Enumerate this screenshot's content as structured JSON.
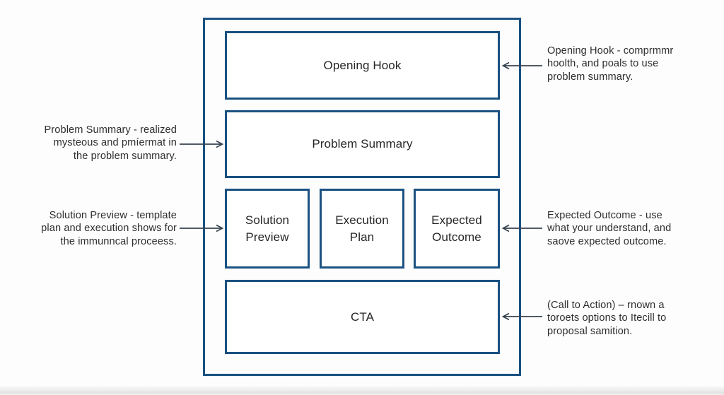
{
  "colors": {
    "border": "#1a5181",
    "arrow": "#37434f",
    "label-text": "#262626",
    "annotation-text": "#2e2e2e",
    "background": "#fdfdfd"
  },
  "diagram": {
    "boxes": {
      "opening_hook": {
        "label": "Opening Hook"
      },
      "problem_summary": {
        "label": "Problem Summary"
      },
      "solution_preview": {
        "lines": [
          "Solution",
          "Preview"
        ]
      },
      "execution_plan": {
        "lines": [
          "Execution",
          "Plan"
        ]
      },
      "expected_outcome": {
        "lines": [
          "Expected",
          "Outcome"
        ]
      },
      "cta": {
        "label": "CTA"
      }
    },
    "annotations": {
      "opening_hook_note": {
        "lines": [
          "Opening Hook - comprmmr",
          "hoolth, and poals to use",
          "problem summary."
        ]
      },
      "problem_summary_note": {
        "lines": [
          "Problem Summary - realized",
          "mysteous and pmíermat in",
          "the problem summary."
        ]
      },
      "solution_preview_note": {
        "lines": [
          "Solution Preview - template",
          "plan and execution shows for",
          "the immunncal proceess."
        ]
      },
      "expected_outcome_note": {
        "lines": [
          "Expected Outcome - use",
          "what your understand, and",
          "saove expected outcome."
        ]
      },
      "cta_note": {
        "lines": [
          "(Call to Action) – rnown a",
          "toroets options to Itecill to",
          "proposal samition."
        ]
      }
    }
  }
}
